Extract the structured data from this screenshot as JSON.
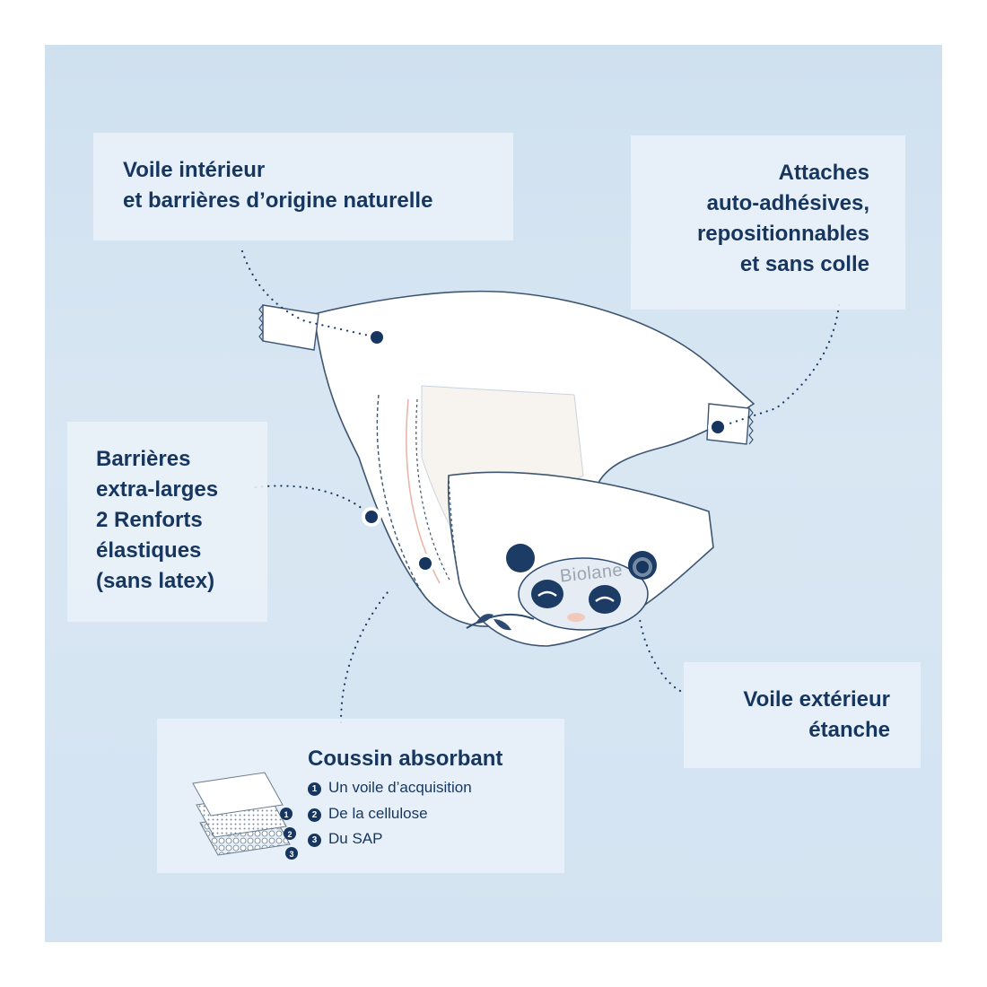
{
  "labels": {
    "voile_interieur": [
      "Voile intérieur",
      "et barrières d’origine naturelle"
    ],
    "attaches": [
      "Attaches",
      "auto-adhésives,",
      "repositionnables",
      "et sans colle"
    ],
    "barrieres": [
      "Barrières",
      "extra-larges",
      "2 Renforts",
      "élastiques",
      "(sans latex)"
    ],
    "voile_exterieur": [
      "Voile extérieur",
      "étanche"
    ]
  },
  "coussin": {
    "title": "Coussin absorbant",
    "items": [
      {
        "num": "1",
        "text": "Un voile d’acquisition"
      },
      {
        "num": "2",
        "text": "De la cellulose"
      },
      {
        "num": "3",
        "text": "Du SAP"
      }
    ]
  },
  "brand": "Biolane",
  "colors": {
    "navy": "#16365f",
    "background": "#d6e5f2",
    "card": "#e9f1f8"
  },
  "icons": [
    "marker-dot-icon",
    "panda-icon",
    "leaf-icon",
    "layers-icon"
  ]
}
